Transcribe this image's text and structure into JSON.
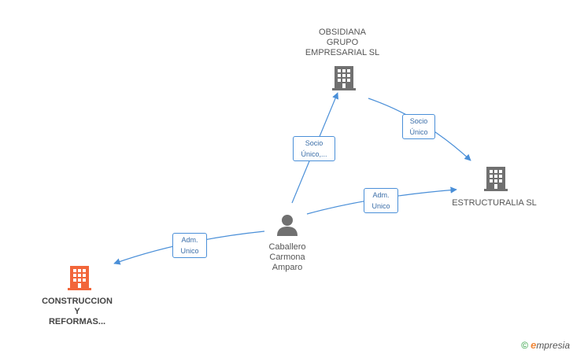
{
  "colors": {
    "edge": "#4a8fd8",
    "company": "#707070",
    "company_highlight": "#f2663a",
    "person": "#707070"
  },
  "nodes": {
    "obsidiana": {
      "label": "OBSIDIANA\nGRUPO\nEMPRESARIAL SL",
      "icon": "building-icon"
    },
    "estructuralia": {
      "label": "ESTRUCTURALIA SL",
      "icon": "building-icon"
    },
    "person": {
      "label": "Caballero\nCarmona\nAmparo",
      "icon": "person-icon"
    },
    "construccion": {
      "label": "CONSTRUCCION\nY\nREFORMAS...",
      "icon": "building-icon"
    }
  },
  "edges": {
    "person_obsidiana": "Socio\nÚnico,...",
    "obsidiana_estructuralia": "Socio\nÚnico",
    "person_estructuralia": "Adm.\nUnico",
    "person_construccion": "Adm.\nUnico"
  },
  "brand": {
    "copyright": "©",
    "logo_initial": "e",
    "logo_rest": "mpresia"
  }
}
